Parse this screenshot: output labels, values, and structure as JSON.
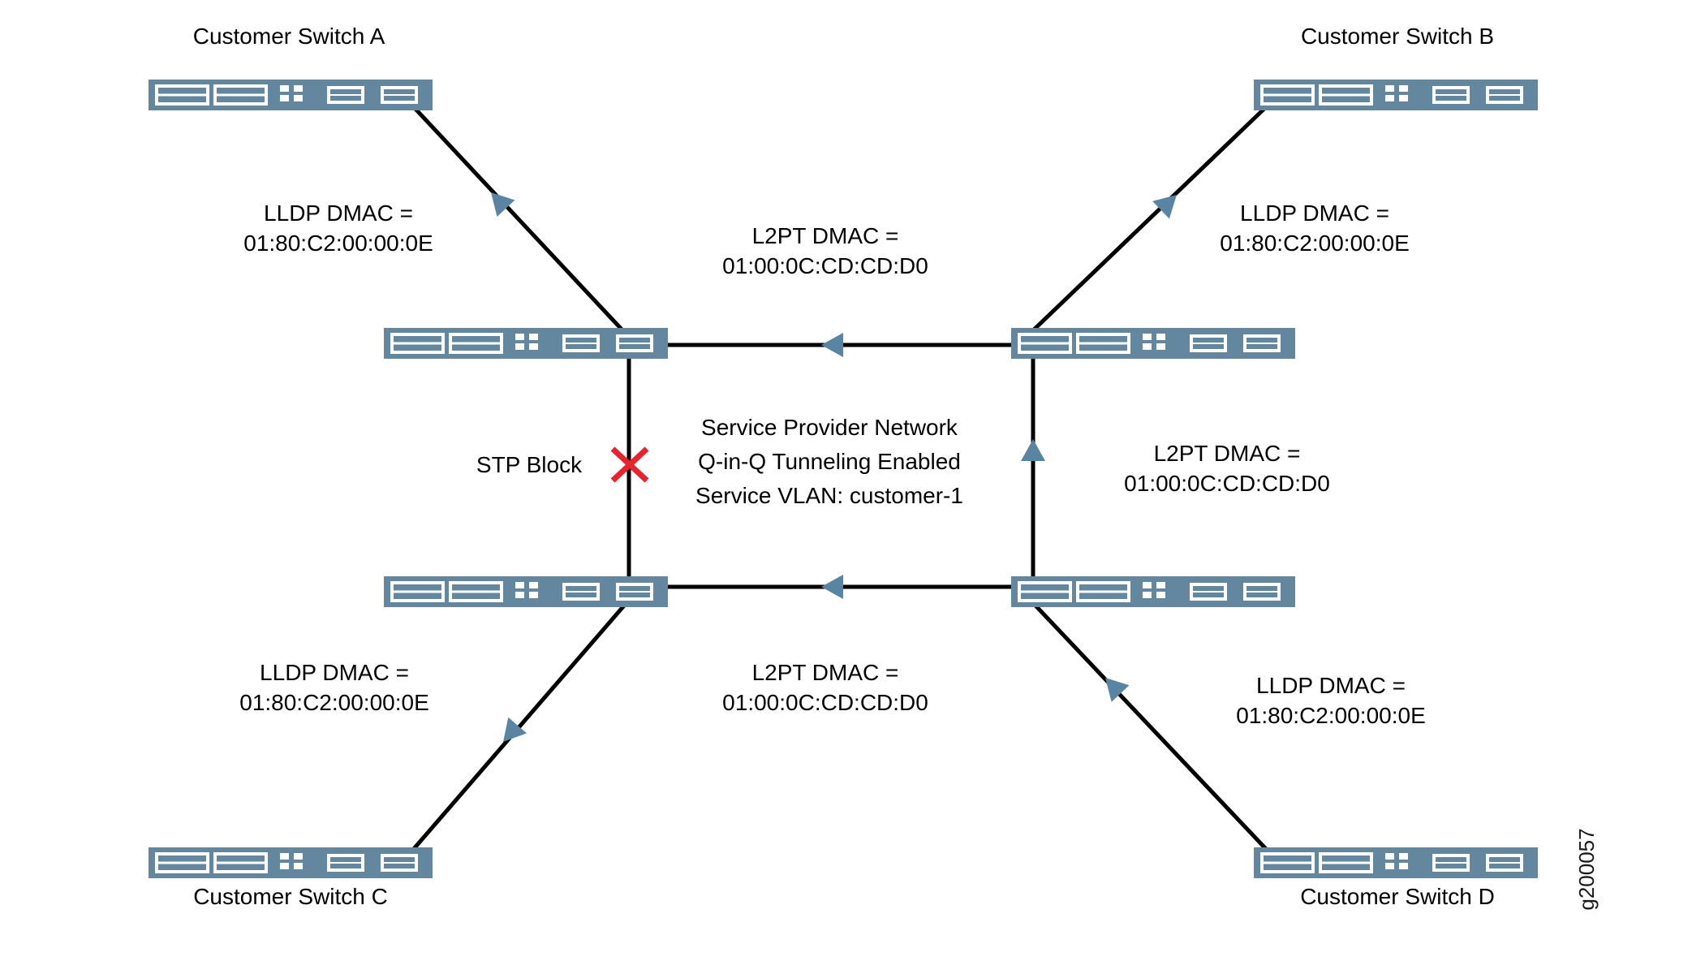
{
  "colors": {
    "switch_fill": "#62879E",
    "port_white": "#FFFFFF",
    "arrow_fill": "#5A85A2",
    "line_color": "#000000",
    "block_x_color": "#E8232E",
    "background": "#FFFFFF"
  },
  "switches": {
    "customer_a": "Customer Switch A",
    "customer_b": "Customer Switch B",
    "customer_c": "Customer Switch C",
    "customer_d": "Customer Switch D"
  },
  "labels": {
    "lldp_top_left": {
      "line1": "LLDP DMAC =",
      "line2": "01:80:C2:00:00:0E"
    },
    "lldp_top_right": {
      "line1": "LLDP DMAC =",
      "line2": "01:80:C2:00:00:0E"
    },
    "lldp_bottom_left": {
      "line1": "LLDP DMAC =",
      "line2": "01:80:C2:00:00:0E"
    },
    "lldp_bottom_right": {
      "line1": "LLDP DMAC =",
      "line2": "01:80:C2:00:00:0E"
    },
    "l2pt_top": {
      "line1": "L2PT DMAC =",
      "line2": "01:00:0C:CD:CD:D0"
    },
    "l2pt_right": {
      "line1": "L2PT DMAC =",
      "line2": "01:00:0C:CD:CD:D0"
    },
    "l2pt_bottom": {
      "line1": "L2PT DMAC =",
      "line2": "01:00:0C:CD:CD:D0"
    },
    "stp_block": "STP Block",
    "provider_note": {
      "line1": "Service Provider Network",
      "line2": "Q-in-Q Tunneling Enabled",
      "line3": "Service VLAN: customer-1"
    },
    "figure_id": "g200057"
  }
}
